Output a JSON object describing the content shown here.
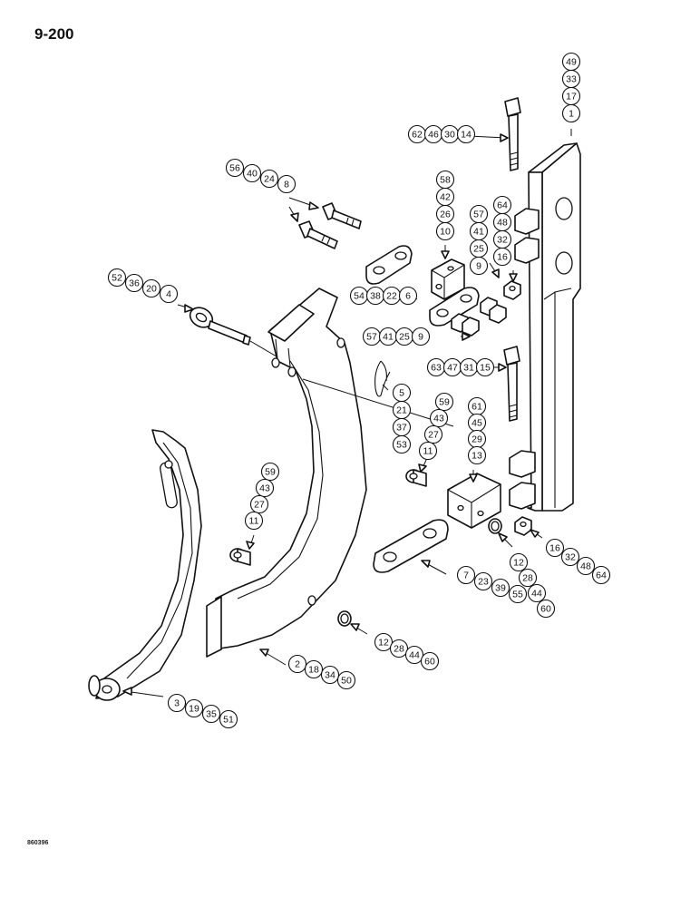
{
  "page_code": "9-200",
  "drawing_code": "860396",
  "callouts": [
    {
      "id": "c-49-33-17-1",
      "labels": [
        "49",
        "33",
        "17",
        "1"
      ]
    },
    {
      "id": "c-62-46-30-14",
      "labels": [
        "62",
        "46",
        "30",
        "14"
      ]
    },
    {
      "id": "c-56-40-24-8",
      "labels": [
        "56",
        "40",
        "24",
        "8"
      ]
    },
    {
      "id": "c-58-42-26-10",
      "labels": [
        "58",
        "42",
        "26",
        "10"
      ]
    },
    {
      "id": "c-57-41-25-9-upper",
      "labels": [
        "57",
        "41",
        "25",
        "9"
      ]
    },
    {
      "id": "c-64-48-32-16-upper",
      "labels": [
        "64",
        "48",
        "32",
        "16"
      ]
    },
    {
      "id": "c-52-36-20-4",
      "labels": [
        "52",
        "36",
        "20",
        "4"
      ]
    },
    {
      "id": "c-54-38-22-6",
      "labels": [
        "54",
        "38",
        "22",
        "6"
      ]
    },
    {
      "id": "c-57-41-25-9-lower",
      "labels": [
        "57",
        "41",
        "25",
        "9"
      ]
    },
    {
      "id": "c-63-47-31-15",
      "labels": [
        "63",
        "47",
        "31",
        "15"
      ]
    },
    {
      "id": "c-5-21-37-53",
      "labels": [
        "5",
        "21",
        "37",
        "53"
      ]
    },
    {
      "id": "c-59-43-27-11-right",
      "labels": [
        "59",
        "43",
        "27",
        "11"
      ]
    },
    {
      "id": "c-61-45-29-13",
      "labels": [
        "61",
        "45",
        "29",
        "13"
      ]
    },
    {
      "id": "c-59-43-27-11-left",
      "labels": [
        "59",
        "43",
        "27",
        "11"
      ]
    },
    {
      "id": "c-16-32-48-64-lower",
      "labels": [
        "16",
        "32",
        "48",
        "64"
      ]
    },
    {
      "id": "c-12-28-44-60-right",
      "labels": [
        "12",
        "28",
        "44",
        "60"
      ]
    },
    {
      "id": "c-7-23-39-55",
      "labels": [
        "7",
        "23",
        "39",
        "55"
      ]
    },
    {
      "id": "c-12-28-44-60-lower",
      "labels": [
        "12",
        "28",
        "44",
        "60"
      ]
    },
    {
      "id": "c-2-18-34-50",
      "labels": [
        "2",
        "18",
        "34",
        "50"
      ]
    },
    {
      "id": "c-3-19-35-51",
      "labels": [
        "3",
        "19",
        "35",
        "51"
      ]
    }
  ]
}
